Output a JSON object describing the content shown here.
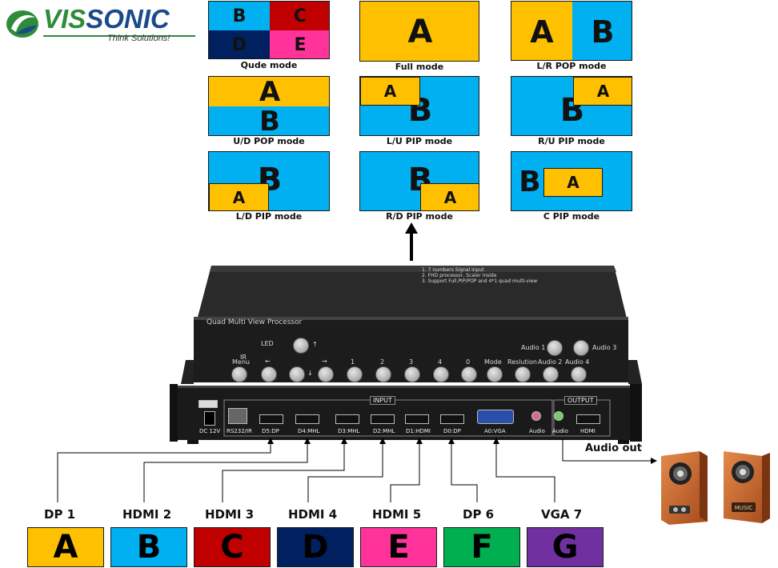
{
  "brand": {
    "name_part1": "VIS",
    "name_part2": "SONIC",
    "tagline": "Think Solutions!"
  },
  "modes": [
    {
      "caption": "Qude mode",
      "blocks": [
        "B",
        "C",
        "D",
        "E"
      ]
    },
    {
      "caption": "Full mode",
      "blocks": [
        "A"
      ]
    },
    {
      "caption": "L/R POP mode",
      "blocks": [
        "A",
        "B"
      ]
    },
    {
      "caption": "U/D POP mode",
      "blocks": [
        "A",
        "B"
      ]
    },
    {
      "caption": "L/U PIP mode",
      "blocks": [
        "B",
        "A"
      ]
    },
    {
      "caption": "R/U PIP mode",
      "blocks": [
        "B",
        "A"
      ]
    },
    {
      "caption": "L/D PIP mode",
      "blocks": [
        "B",
        "A"
      ]
    },
    {
      "caption": "R/D PIP mode",
      "blocks": [
        "B",
        "A"
      ]
    },
    {
      "caption": "C PIP mode",
      "blocks": [
        "B",
        "A"
      ]
    }
  ],
  "device": {
    "title": "Quad Multi View Processor",
    "notes": [
      "1.  7 numbers Signal input",
      "2.  FHD processor, Scaler inside",
      "3.  Support Full,PIP/POP and 4*1 quad multi-view"
    ],
    "led": "LED",
    "ir": "IR",
    "buttons": [
      "Menu",
      "←",
      "↓",
      "→",
      "1",
      "2",
      "3",
      "4",
      "0",
      "Mode",
      "Reslution",
      "Audio 2",
      "Audio 4"
    ],
    "up_button": "↑",
    "audio_buttons": [
      "Audio 1",
      "Audio 3"
    ],
    "input_label": "INPUT",
    "output_label": "OUTPUT",
    "power_label": "DC 12V",
    "ports": [
      "RS232/IR",
      "D5:DP",
      "D4:MHL",
      "D3:MHL",
      "D2:MHL",
      "D1:HDMI",
      "D0:DP",
      "A0:VGA",
      "Audio",
      "Audio",
      "HDMI"
    ]
  },
  "audio_out": "Audio out",
  "speaker_badge": "MUSIC",
  "inputs": [
    {
      "name": "DP 1",
      "letter": "A",
      "color": "#ffc000"
    },
    {
      "name": "HDMI 2",
      "letter": "B",
      "color": "#00b0f0"
    },
    {
      "name": "HDMI 3",
      "letter": "C",
      "color": "#c00000"
    },
    {
      "name": "HDMI 4",
      "letter": "D",
      "color": "#002060"
    },
    {
      "name": "HDMI 5",
      "letter": "E",
      "color": "#ff3399"
    },
    {
      "name": "DP 6",
      "letter": "F",
      "color": "#00b050"
    },
    {
      "name": "VGA 7",
      "letter": "G",
      "color": "#7030a0"
    }
  ]
}
